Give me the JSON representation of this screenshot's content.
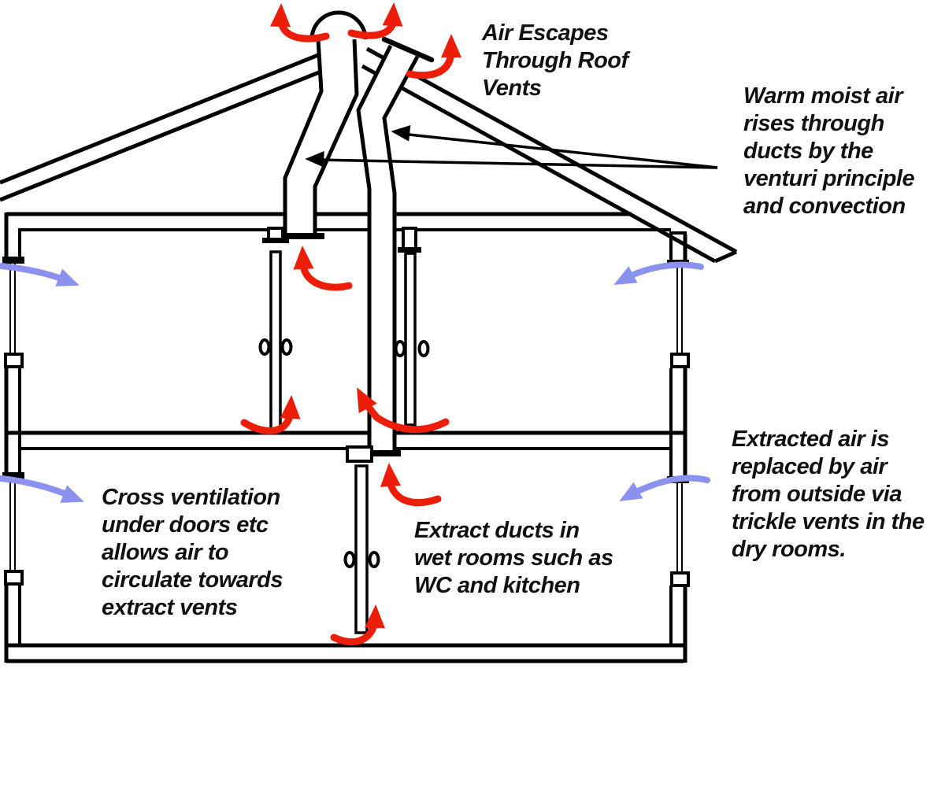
{
  "labels": {
    "air_escapes": "Air Escapes\nThrough Roof\nVents",
    "warm_moist_air": "Warm moist air\nrises through\nducts by the\nventuri principle\nand convection",
    "extracted_air": "Extracted air is\nreplaced by air\nfrom outside via\ntrickle vents in the\ndry rooms.",
    "cross_ventilation": "Cross ventilation\nunder doors etc\nallows air to\ncirculate towards\nextract vents",
    "extract_ducts": "Extract ducts in\nwet rooms such as\nWC and kitchen"
  },
  "colors": {
    "structure_line": "#000000",
    "extract_airflow_arrow": "#ec1e0a",
    "fresh_air_arrow": "#8a92ee",
    "label_text": "#111111",
    "background": "#ffffff"
  }
}
